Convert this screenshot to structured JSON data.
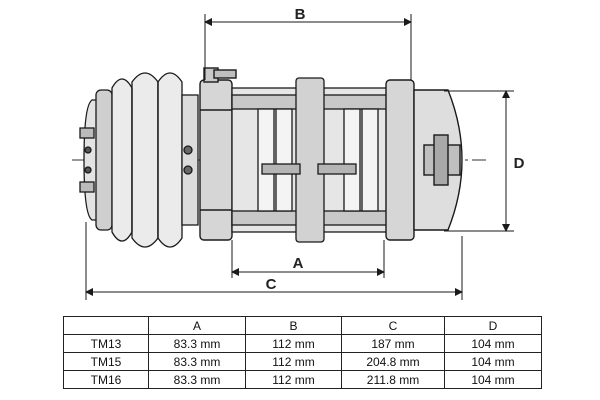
{
  "dimension_labels": {
    "a": "A",
    "b": "B",
    "c": "C",
    "d": "D"
  },
  "table": {
    "headers": [
      "",
      "A",
      "B",
      "C",
      "D"
    ],
    "rows": [
      {
        "model": "TM13",
        "a": "83.3 mm",
        "b": "112 mm",
        "c": "187 mm",
        "d": "104 mm"
      },
      {
        "model": "TM15",
        "a": "83.3 mm",
        "b": "112 mm",
        "c": "204.8 mm",
        "d": "104 mm"
      },
      {
        "model": "TM16",
        "a": "83.3 mm",
        "b": "112 mm",
        "c": "211.8 mm",
        "d": "104 mm"
      }
    ]
  },
  "colors": {
    "line": "#1a1a1a",
    "shade": "#d9d9d9",
    "dark_shade": "#a8a8a8",
    "background": "#ffffff"
  }
}
